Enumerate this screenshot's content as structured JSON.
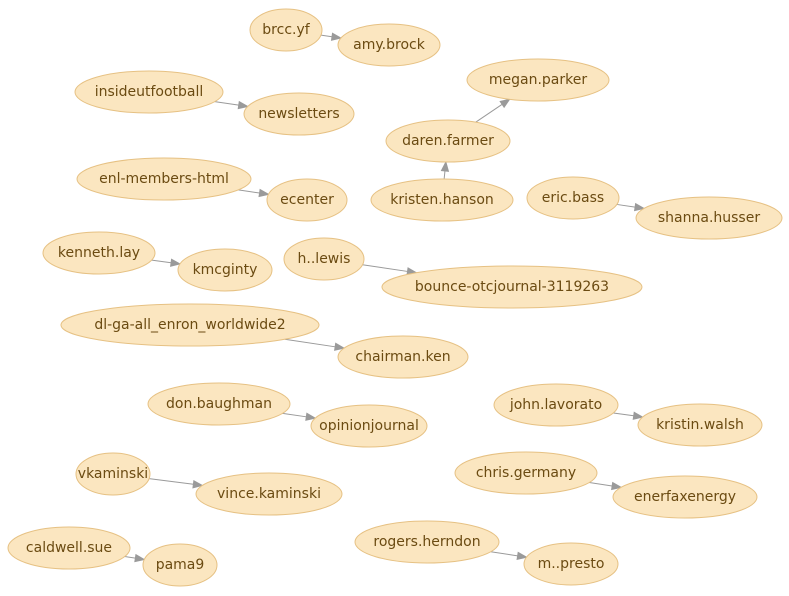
{
  "nodes": [
    {
      "id": "brcc",
      "label": "brcc.yf"
    },
    {
      "id": "amy",
      "label": "amy.brock"
    },
    {
      "id": "insideut",
      "label": "insideutfootball"
    },
    {
      "id": "newsletters",
      "label": "newsletters"
    },
    {
      "id": "megan",
      "label": "megan.parker"
    },
    {
      "id": "daren",
      "label": "daren.farmer"
    },
    {
      "id": "kristenh",
      "label": "kristen.hanson"
    },
    {
      "id": "enl",
      "label": "enl-members-html"
    },
    {
      "id": "ecenter",
      "label": "ecenter"
    },
    {
      "id": "ericbass",
      "label": "eric.bass"
    },
    {
      "id": "shanna",
      "label": "shanna.husser"
    },
    {
      "id": "kenlay",
      "label": "kenneth.lay"
    },
    {
      "id": "kmcginty",
      "label": "kmcginty"
    },
    {
      "id": "hlewis",
      "label": "h..lewis"
    },
    {
      "id": "bounce",
      "label": "bounce-otcjournal-3119263"
    },
    {
      "id": "dlga",
      "label": "dl-ga-all_enron_worldwide2"
    },
    {
      "id": "chairman",
      "label": "chairman.ken"
    },
    {
      "id": "donb",
      "label": "don.baughman"
    },
    {
      "id": "opinion",
      "label": "opinionjournal"
    },
    {
      "id": "johnl",
      "label": "john.lavorato"
    },
    {
      "id": "kristinw",
      "label": "kristin.walsh"
    },
    {
      "id": "vkam",
      "label": "vkaminski"
    },
    {
      "id": "vincek",
      "label": "vince.kaminski"
    },
    {
      "id": "chrisg",
      "label": "chris.germany"
    },
    {
      "id": "enerfax",
      "label": "enerfaxenergy"
    },
    {
      "id": "caldwell",
      "label": "caldwell.sue"
    },
    {
      "id": "pama9",
      "label": "pama9"
    },
    {
      "id": "rogers",
      "label": "rogers.herndon"
    },
    {
      "id": "mpresto",
      "label": "m..presto"
    }
  ],
  "edges": [
    {
      "from": "brcc",
      "to": "amy"
    },
    {
      "from": "insideut",
      "to": "newsletters"
    },
    {
      "from": "daren",
      "to": "megan"
    },
    {
      "from": "kristenh",
      "to": "daren"
    },
    {
      "from": "enl",
      "to": "ecenter"
    },
    {
      "from": "ericbass",
      "to": "shanna"
    },
    {
      "from": "kenlay",
      "to": "kmcginty"
    },
    {
      "from": "hlewis",
      "to": "bounce"
    },
    {
      "from": "dlga",
      "to": "chairman"
    },
    {
      "from": "donb",
      "to": "opinion"
    },
    {
      "from": "johnl",
      "to": "kristinw"
    },
    {
      "from": "vkam",
      "to": "vincek"
    },
    {
      "from": "chrisg",
      "to": "enerfax"
    },
    {
      "from": "caldwell",
      "to": "pama9"
    },
    {
      "from": "rogers",
      "to": "mpresto"
    }
  ]
}
